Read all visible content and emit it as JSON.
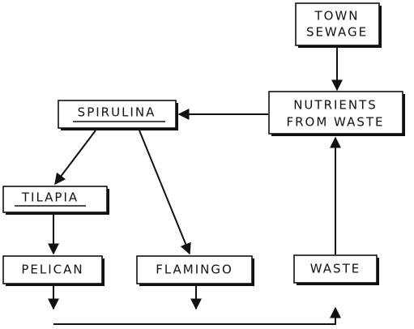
{
  "nodes": {
    "town_sewage": {
      "line1": "TOWN",
      "line2": "SEWAGE"
    },
    "nutrients": {
      "line1": "NUTRIENTS",
      "line2": "FROM WASTE"
    },
    "spirulina": {
      "label": "SPIRULINA"
    },
    "tilapia": {
      "label": "TILAPIA"
    },
    "pelican": {
      "label": "PELICAN"
    },
    "flamingo": {
      "label": "FLAMINGO"
    },
    "waste": {
      "label": "WASTE"
    }
  },
  "colors": {
    "ink": "#111111",
    "paper": "#ffffff"
  }
}
